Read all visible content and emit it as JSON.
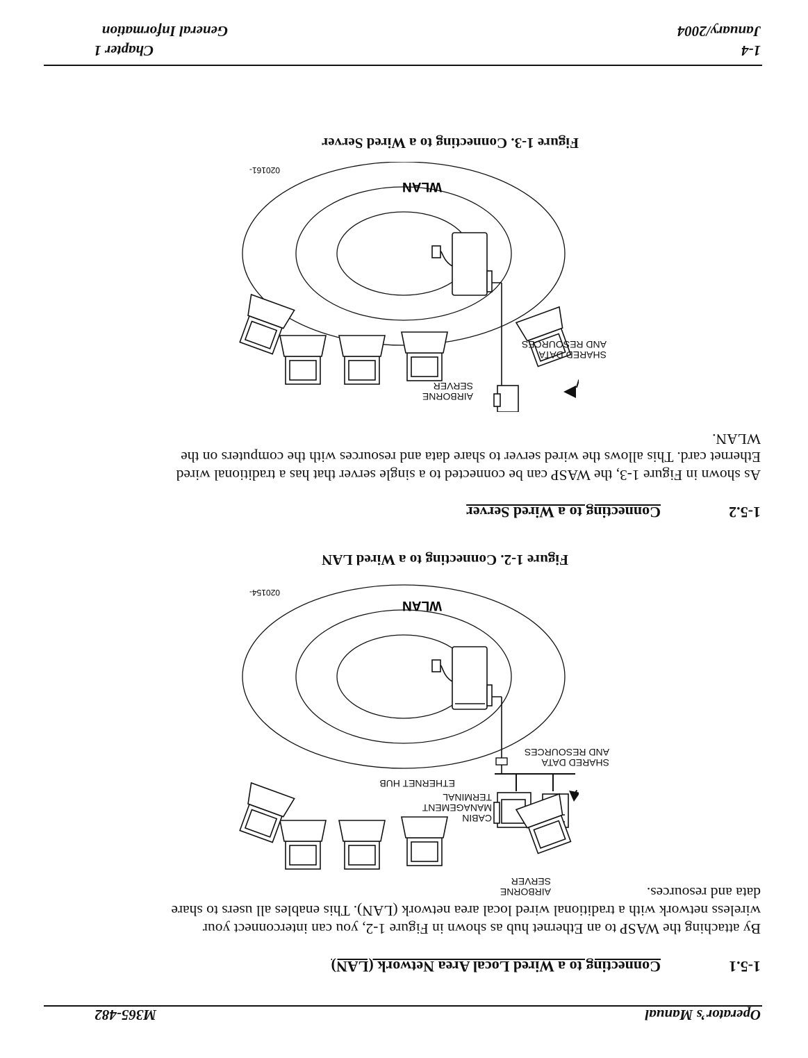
{
  "header": {
    "left_title": "Operator’s Manual",
    "right_code": "M365-482"
  },
  "sections": [
    {
      "number": "1-5.1",
      "title": "Connecting to a Wired Local Area Network (LAN)",
      "paragraph": [
        "By attaching the WASP to an Ethernet hub as shown in Figure 1-2, you can interconnect your",
        "wireless network with a traditional wired local area network (LAN).  This enables all users to share",
        "data and resources."
      ]
    },
    {
      "number": "1-5.2",
      "title": "Connecting to a Wired Server",
      "paragraph": [
        "As shown in Figure 1-3, the WASP can be connected to a single server that has a traditional wired",
        "Ethernet card.  This allows the wired server to share data and resources with the computers on the",
        "WLAN."
      ]
    }
  ],
  "figure_2": {
    "labels": {
      "airborne_server": [
        "AIRBORNE",
        "SERVER"
      ],
      "cabin_terminal": [
        "CABIN",
        "MANAGEMENT",
        "TERMINAL"
      ],
      "ethernet_hub": "ETHERNET HUB",
      "shared": [
        "SHARED DATA",
        "AND RESOURCES"
      ],
      "wlan": "WLAN",
      "code": "020154-"
    },
    "caption": "Figure 1-2.  Connecting to a Wired LAN"
  },
  "figure_3": {
    "labels": {
      "airborne_server": [
        "AIRBORNE",
        "SERVER"
      ],
      "shared": [
        "SHARED DATA",
        "AND RESOURCES"
      ],
      "wlan": "WLAN",
      "code": "020161-"
    },
    "caption": "Figure 1-3.  Connecting to a Wired Server"
  },
  "footer": {
    "page_number": "1-4",
    "date": "January/2004",
    "chapter": "Chapter 1",
    "chapter_title": "General Information"
  }
}
